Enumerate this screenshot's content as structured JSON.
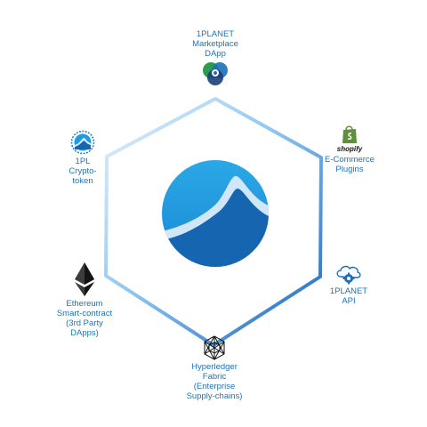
{
  "center": {
    "logo": "1planet-logo-icon"
  },
  "nodes": {
    "marketplace": {
      "icon": "venn-circles-icon",
      "lines": [
        "1PLANET",
        "Marketplace",
        "DApp"
      ]
    },
    "ecommerce": {
      "icon": "shopify-bag-icon",
      "brand": "shopify",
      "lines": [
        "E-Commerce",
        "Plugins"
      ]
    },
    "api": {
      "icon": "cloud-gear-icon",
      "lines": [
        "1PLANET",
        "API"
      ]
    },
    "hyperledger": {
      "icon": "hyperledger-network-icon",
      "lines": [
        "Hyperledger",
        "Fabric",
        "(Enterprise",
        "Supply-chains)"
      ]
    },
    "ethereum": {
      "icon": "ethereum-diamond-icon",
      "lines": [
        "Ethereum",
        "Smart-contract",
        "(3rd Party",
        "DApps)"
      ]
    },
    "crypto": {
      "icon": "crypto-token-badge-icon",
      "lines": [
        "1PL",
        "Crypto-",
        "token"
      ]
    }
  },
  "colors": {
    "text": "#1b74b8",
    "hex_light": "#d8ecfa",
    "hex_mid": "#8cc4f0",
    "hex_dark": "#1e6fc0",
    "logo_blue": "#1f9be0",
    "logo_dark": "#1565b0"
  }
}
